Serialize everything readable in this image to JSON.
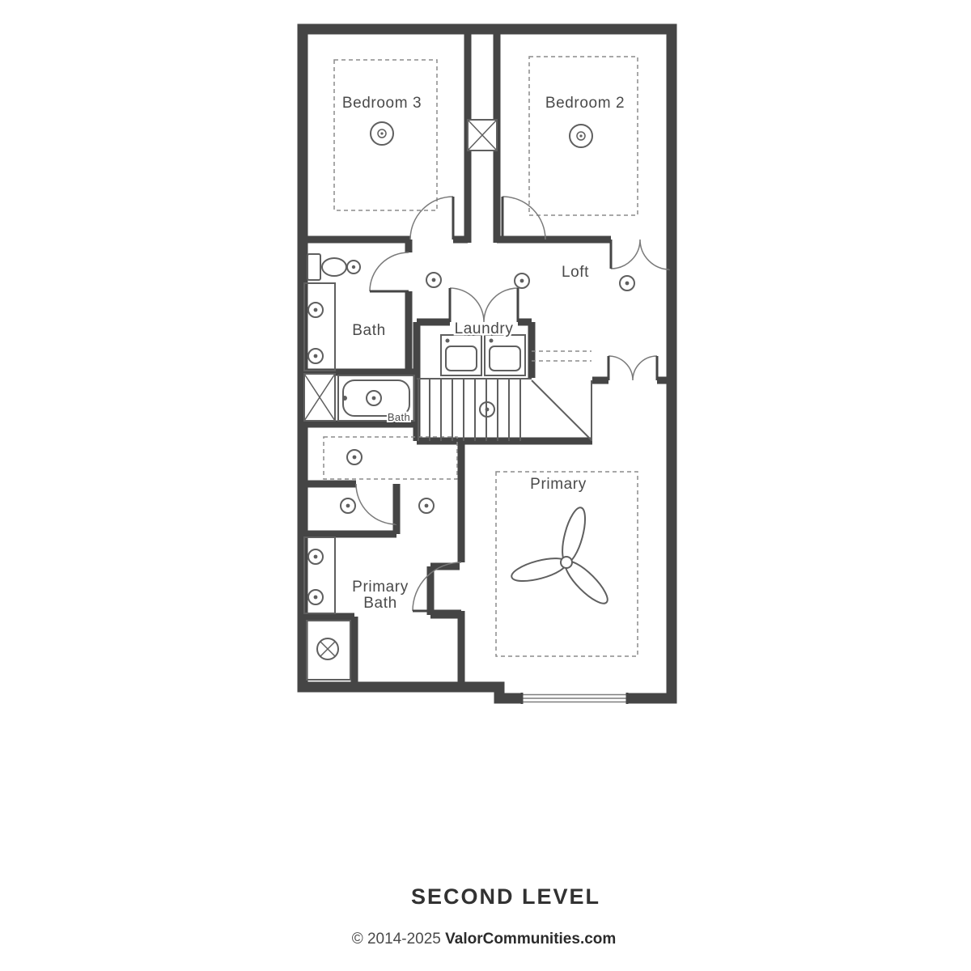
{
  "plan": {
    "level_title": "SECOND LEVEL",
    "copyright_prefix": "© 2014-2025 ",
    "copyright_brand": "ValorCommunities.com",
    "rooms": {
      "bedroom3": "Bedroom 3",
      "bedroom2": "Bedroom 2",
      "loft": "Loft",
      "bath": "Bath",
      "laundry": "Laundry",
      "tub_room": "Bath",
      "primary": "Primary",
      "primary_bath_line1": "Primary",
      "primary_bath_line2": "Bath"
    },
    "colors": {
      "wall": "#454545",
      "fixture_line": "#5f5f5f",
      "dashed_line": "#8c8c8c",
      "label_text": "#4a4a4a"
    },
    "fixtures": [
      "ceiling-fan",
      "light",
      "toilet",
      "bathtub",
      "shower",
      "washer",
      "dryer",
      "stairs",
      "linen-closet",
      "chase"
    ]
  }
}
